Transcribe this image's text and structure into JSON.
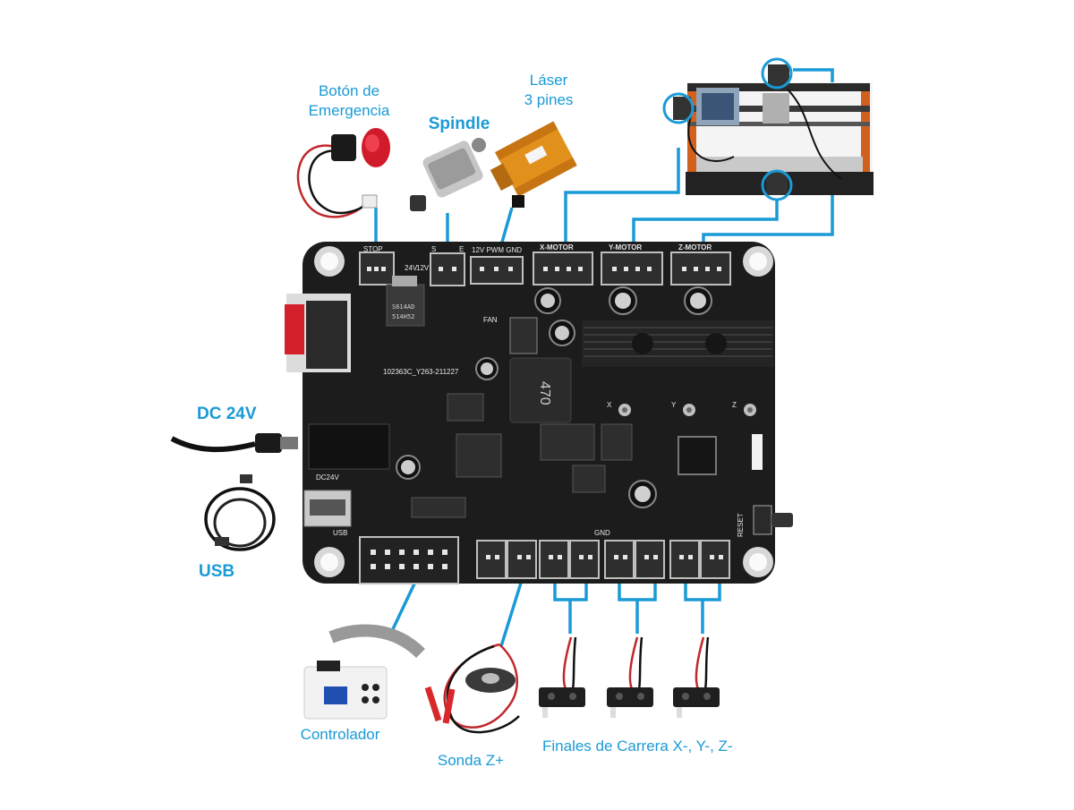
{
  "colors": {
    "accent": "#1a9ad6",
    "board": "#1c1c1c",
    "frame": "#d2611e"
  },
  "labels": {
    "emergency_line1": "Botón de",
    "emergency_line2": "Emergencia",
    "spindle": "Spindle",
    "laser_line1": "Láser",
    "laser_line2": "3 pines",
    "dc": "DC 24V",
    "usb": "USB",
    "controller": "Controlador",
    "probe": "Sonda Z+",
    "endstops": "Finales de Carrera X-, Y-, Z-"
  },
  "silkscreen": {
    "stop": "STOP",
    "spindle": "S",
    "spindle_e": "E",
    "laser": "12V PWM GND",
    "x_motor": "X-MOTOR",
    "y_motor": "Y-MOTOR",
    "z_motor": "Z-MOTOR",
    "fan": "FAN",
    "board_id": "102363C_Y263-211227",
    "inductor": "470",
    "x": "X",
    "y": "Y",
    "z": "Z",
    "dc24v": "DC24V",
    "usb": "USB",
    "gnd": "GND",
    "reset": "RESET",
    "v24": "24V",
    "v12": "12V",
    "reg_top": "S614AD",
    "reg_bottom": "514H52"
  }
}
